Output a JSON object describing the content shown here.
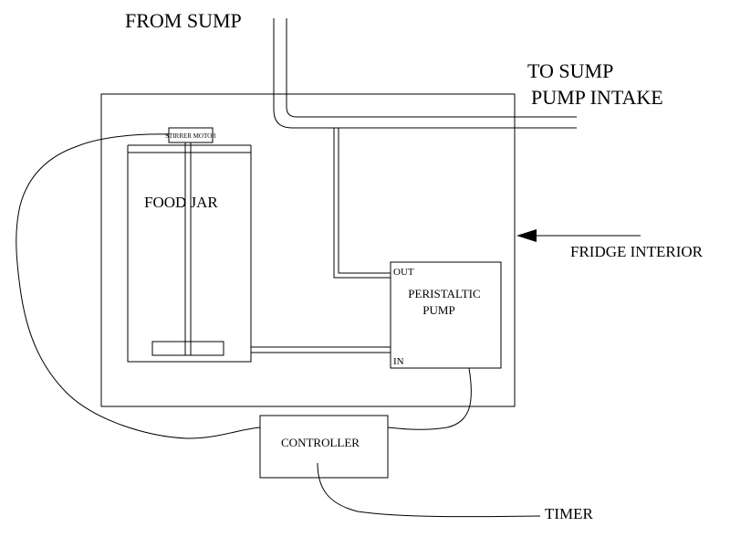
{
  "labels": {
    "from_sump": "FROM SUMP",
    "to_sump_line1": "TO SUMP",
    "to_sump_line2": "PUMP INTAKE",
    "stirrer_motor": "STIRRER MOTOR",
    "food_jar": "FOOD JAR",
    "fridge_interior": "FRIDGE INTERIOR",
    "pump_out": "OUT",
    "pump_line1": "PERISTALTIC",
    "pump_line2": "PUMP",
    "pump_in": "IN",
    "controller": "CONTROLLER",
    "timer": "TIMER"
  },
  "colors": {
    "line": "#000000",
    "background": "#ffffff"
  }
}
